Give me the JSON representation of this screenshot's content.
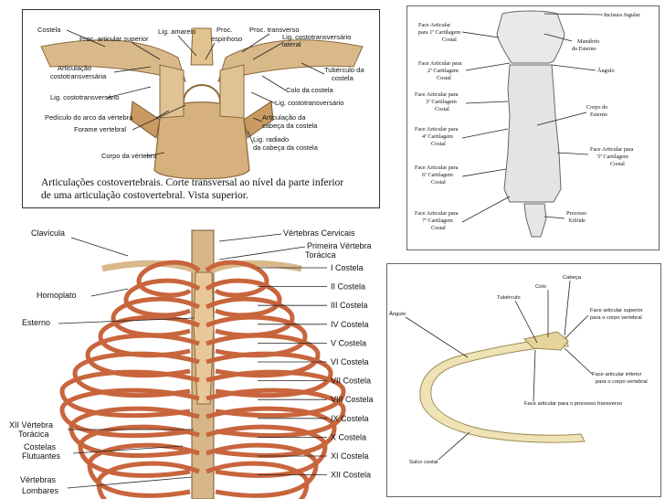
{
  "p1": {
    "labels": {
      "costela": "Costela",
      "proc_art_sup": "Proc. articular superior",
      "lig_amarelo": "Lig. amarelo",
      "proc_esp_1": "Proc.",
      "proc_esp_2": "espinhoso",
      "proc_trans_1": "Proc. transverso",
      "lig_ct_lat_1": "Lig. costotransversário",
      "lig_ct_lat_2": "lateral",
      "art_ct_1": "Articulação",
      "art_ct_2": "costotransversária",
      "tub_1": "Tubérculo da",
      "tub_2": "costela",
      "lig_ct": "Lig. costotransversário",
      "colo": "Colo da costela",
      "lig_ct2": "Lig. costotransversário",
      "pediculo": "Pedículo do arco da vértebra",
      "forame": "Forame vertebral",
      "art_cab_1": "Articulação da",
      "art_cab_2": "cabeça da costela",
      "lig_rad_1": "Lig. radiado",
      "lig_rad_2": "da cabeça da costela",
      "corpo": "Corpo da vértebra"
    },
    "caption_1": "Articulações costovertebrais. Corte transversal ao nível da parte inferior",
    "caption_2": "de uma articulação costovertebral. Vista superior."
  },
  "p2": {
    "labels": {
      "incisura": "Incisura Jugular",
      "fa1_1": "Face Articular",
      "fa1_2": "para 1ª Cartilagem",
      "fa1_3": "Costal",
      "manubrio_1": "Manúbrio",
      "manubrio_2": "do Esterno",
      "fa2_1": "Face Articular para",
      "fa2_2": "2ª Cartilagem",
      "fa2_3": "Costal",
      "angulo": "Ângulo",
      "fa3_1": "Face Articular para",
      "fa3_2": "3ª Cartilagem",
      "fa3_3": "Costal",
      "corpo_1": "Corpo do",
      "corpo_2": "Esterno",
      "fa4_1": "Face Articular para",
      "fa4_2": "4ª Cartilagem",
      "fa4_3": "Costal",
      "fa5_1": "Face Articular para",
      "fa5_2": "5ª Cartilagem",
      "fa5_3": "Costal",
      "fa6_1": "Face Articular para",
      "fa6_2": "6ª Cartilagem",
      "fa6_3": "Costal",
      "fa7_1": "Face Articular para",
      "fa7_2": "7ª Cartilagem",
      "fa7_3": "Costal",
      "xif_1": "Processo",
      "xif_2": "Xifóide"
    }
  },
  "p3": {
    "labels": {
      "clavicula": "Clavícula",
      "homoplato": "Homoplato",
      "esterno": "Esterno",
      "xii_1": "XII Vértebra",
      "xii_2": "Torácica",
      "flut_1": "Costelas",
      "flut_2": "Flutuantes",
      "lomb_1": "Vértebras",
      "lomb_2": "Lombares",
      "cerv": "Vértebras Cervicais",
      "prim_1": "Primeira Vértebra",
      "prim_2": "Torácica"
    },
    "ribs": [
      "I Costela",
      "II Costela",
      "III Costela",
      "IV Costela",
      "V Costela",
      "VI Costela",
      "VII Costela",
      "VIII Costela",
      "IX Costela",
      "X Costela",
      "XI Costela",
      "XII Costela"
    ]
  },
  "p4": {
    "labels": {
      "cabeca": "Cabeça",
      "colo": "Colo",
      "tuberculo": "Tubérculo",
      "angulo": "Ângulo",
      "fa_sup_1": "Face articular superior",
      "fa_sup_2": "para o corpo vertebral",
      "fa_inf_1": "Face articular inferior",
      "fa_inf_2": "para o corpo vertebral",
      "fa_trans": "Face articular para o processo transverso",
      "sulco": "Sulco costal"
    }
  }
}
